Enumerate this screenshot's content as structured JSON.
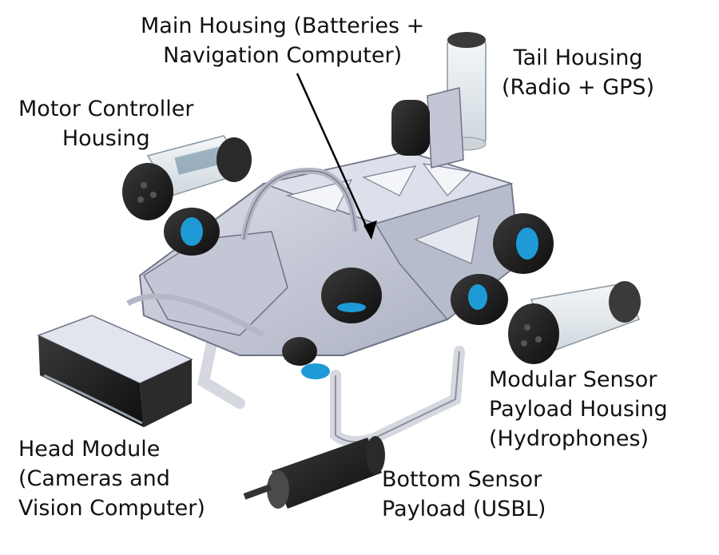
{
  "labels": {
    "main_housing": "Main Housing (Batteries +\nNavigation Computer)",
    "tail_housing": "Tail Housing\n(Radio + GPS)",
    "motor_controller": "Motor Controller\nHousing",
    "modular_sensor": "Modular Sensor\nPayload Housing\n(Hydrophones)",
    "head_module": "Head Module\n(Cameras and\nVision Computer)",
    "bottom_sensor": "Bottom Sensor\nPayload (USBL)"
  },
  "colors": {
    "frame": "#c9ccd8",
    "frame_dark": "#9a9fb2",
    "black_part": "#1c1c1c",
    "accent_blue": "#1e9ad6",
    "glass": "#e8eef2"
  }
}
